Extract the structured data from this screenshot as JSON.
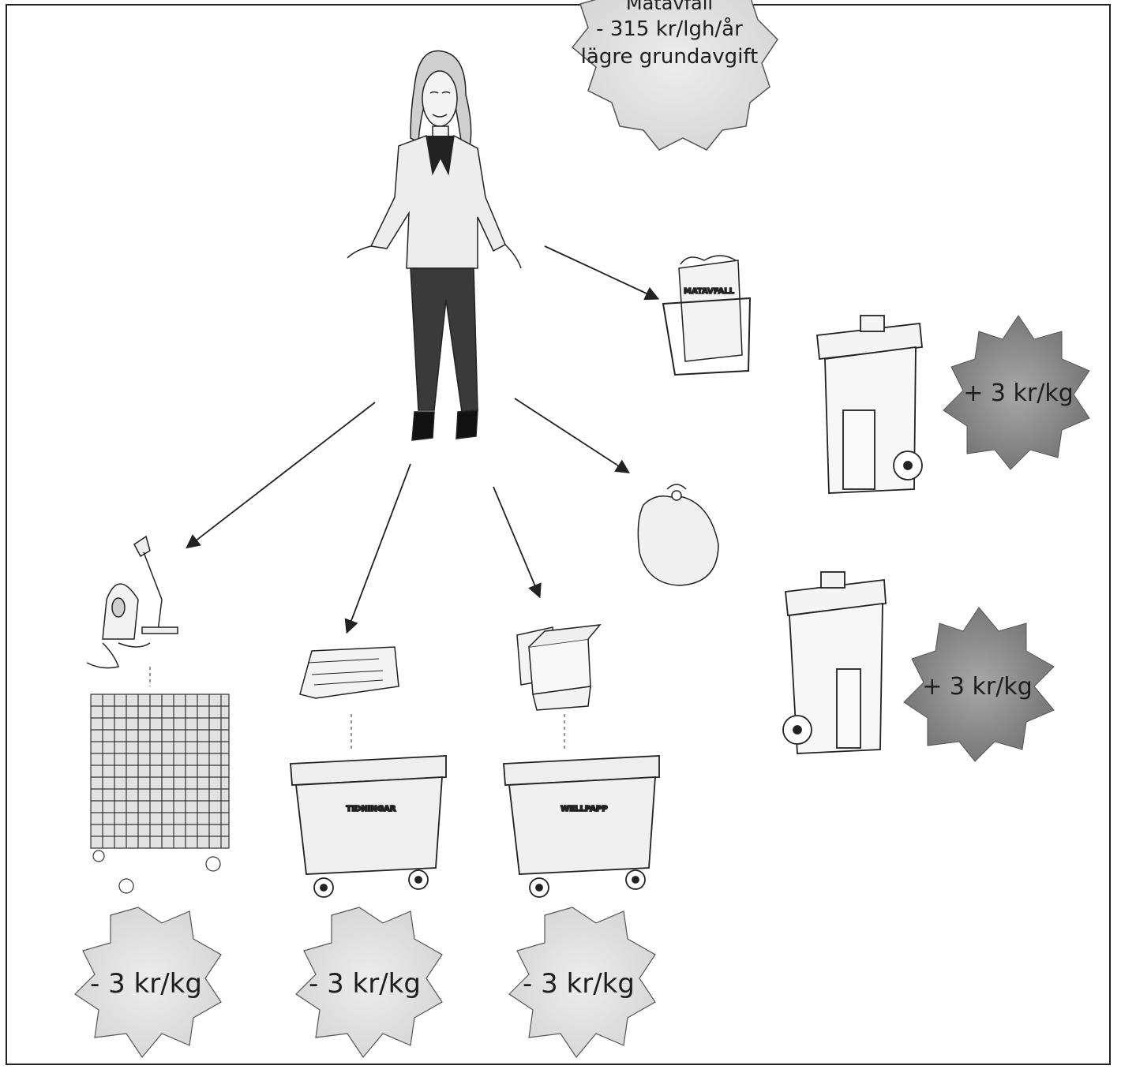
{
  "top_burst": {
    "line1": "Matavfall",
    "line2": "- 315 kr/lgh/år",
    "line3": "lägre grundavgift"
  },
  "food_bin_label": "MATAVFALL",
  "right_bursts": [
    {
      "label": "+ 3 kr/kg"
    },
    {
      "label": "+ 3 kr/kg"
    }
  ],
  "bottom_bursts": [
    {
      "label": "- 3 kr/kg"
    },
    {
      "label": "- 3 kr/kg"
    },
    {
      "label": "- 3 kr/kg"
    }
  ],
  "container_labels": {
    "newspapers": "TIDNINGAR",
    "cardboard": "WELLPAPP"
  },
  "colors": {
    "burst_light": "#e6e6e6",
    "burst_dark": "#8a8a8a",
    "line": "#222222"
  }
}
